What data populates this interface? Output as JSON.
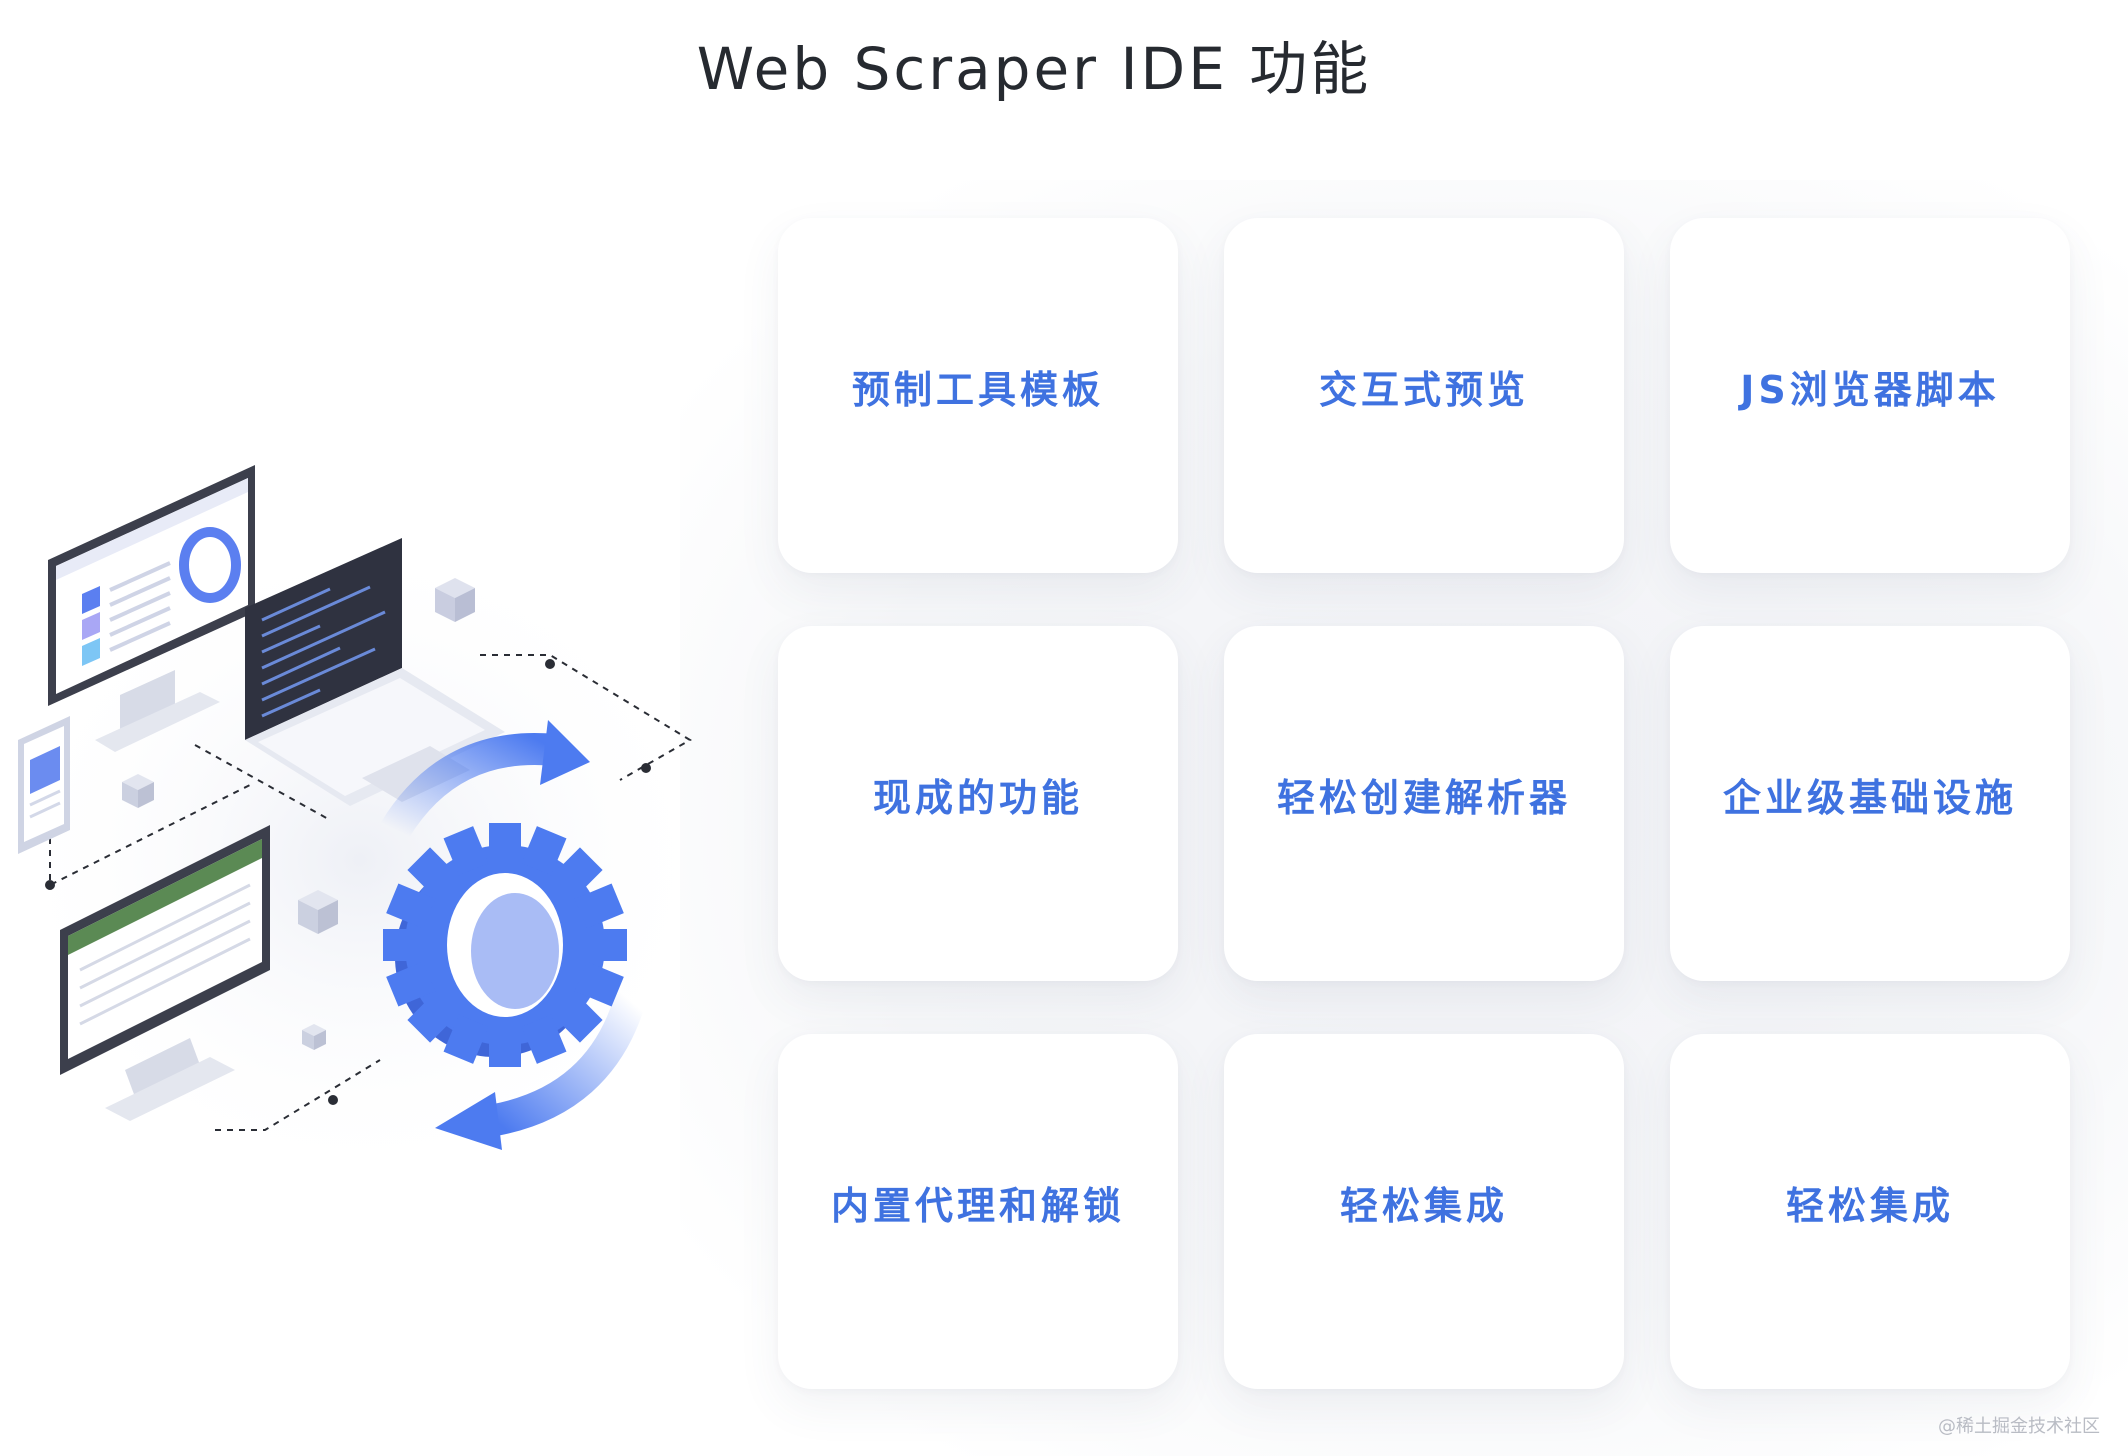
{
  "page": {
    "title": "Web Scraper IDE 功能"
  },
  "features": [
    {
      "label": "预制工具模板"
    },
    {
      "label": "交互式预览"
    },
    {
      "label": "JS浏览器脚本"
    },
    {
      "label": "现成的功能"
    },
    {
      "label": "轻松创建解析器"
    },
    {
      "label": "企业级基础设施"
    },
    {
      "label": "内置代理和解锁"
    },
    {
      "label": "轻松集成"
    },
    {
      "label": "轻松集成"
    }
  ],
  "colors": {
    "accent": "#3f72e0",
    "title": "#262a30",
    "gear": "#4d7bf0"
  },
  "icons": [
    "desktop-monitor-icon",
    "laptop-icon",
    "phone-icon",
    "spreadsheet-monitor-icon",
    "gear-icon",
    "cycle-arrow-icon",
    "cube-icon"
  ],
  "watermark": "@稀土掘金技术社区"
}
